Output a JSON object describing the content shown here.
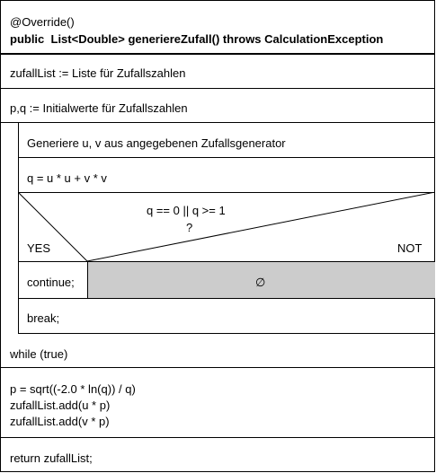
{
  "header": {
    "annotation": "@Override()",
    "signature": "public  List<Double> generiereZufall() throws CalculationException"
  },
  "statements": {
    "init_list": "zufallList := Liste für Zufallszahlen",
    "init_pq": "p,q := Initialwerte für Zufallszahlen"
  },
  "loop": {
    "body": {
      "generate": "Generiere u, v aus angegebenen Zufallsgenerator",
      "assign_q": "q = u * u + v * v",
      "decision": {
        "condition": "q == 0 || q >= 1",
        "question_mark": "?",
        "yes_label": "YES",
        "no_label": "NOT",
        "yes_action": "continue;",
        "no_action": "∅"
      },
      "break": "break;"
    },
    "condition": "while (true)"
  },
  "compute_block": {
    "lines": [
      "p = sqrt((-2.0 * ln(q)) / q)",
      "zufallList.add(u * p)",
      "zufallList.add(v * p)"
    ]
  },
  "return_statement": "return zufallList;"
}
